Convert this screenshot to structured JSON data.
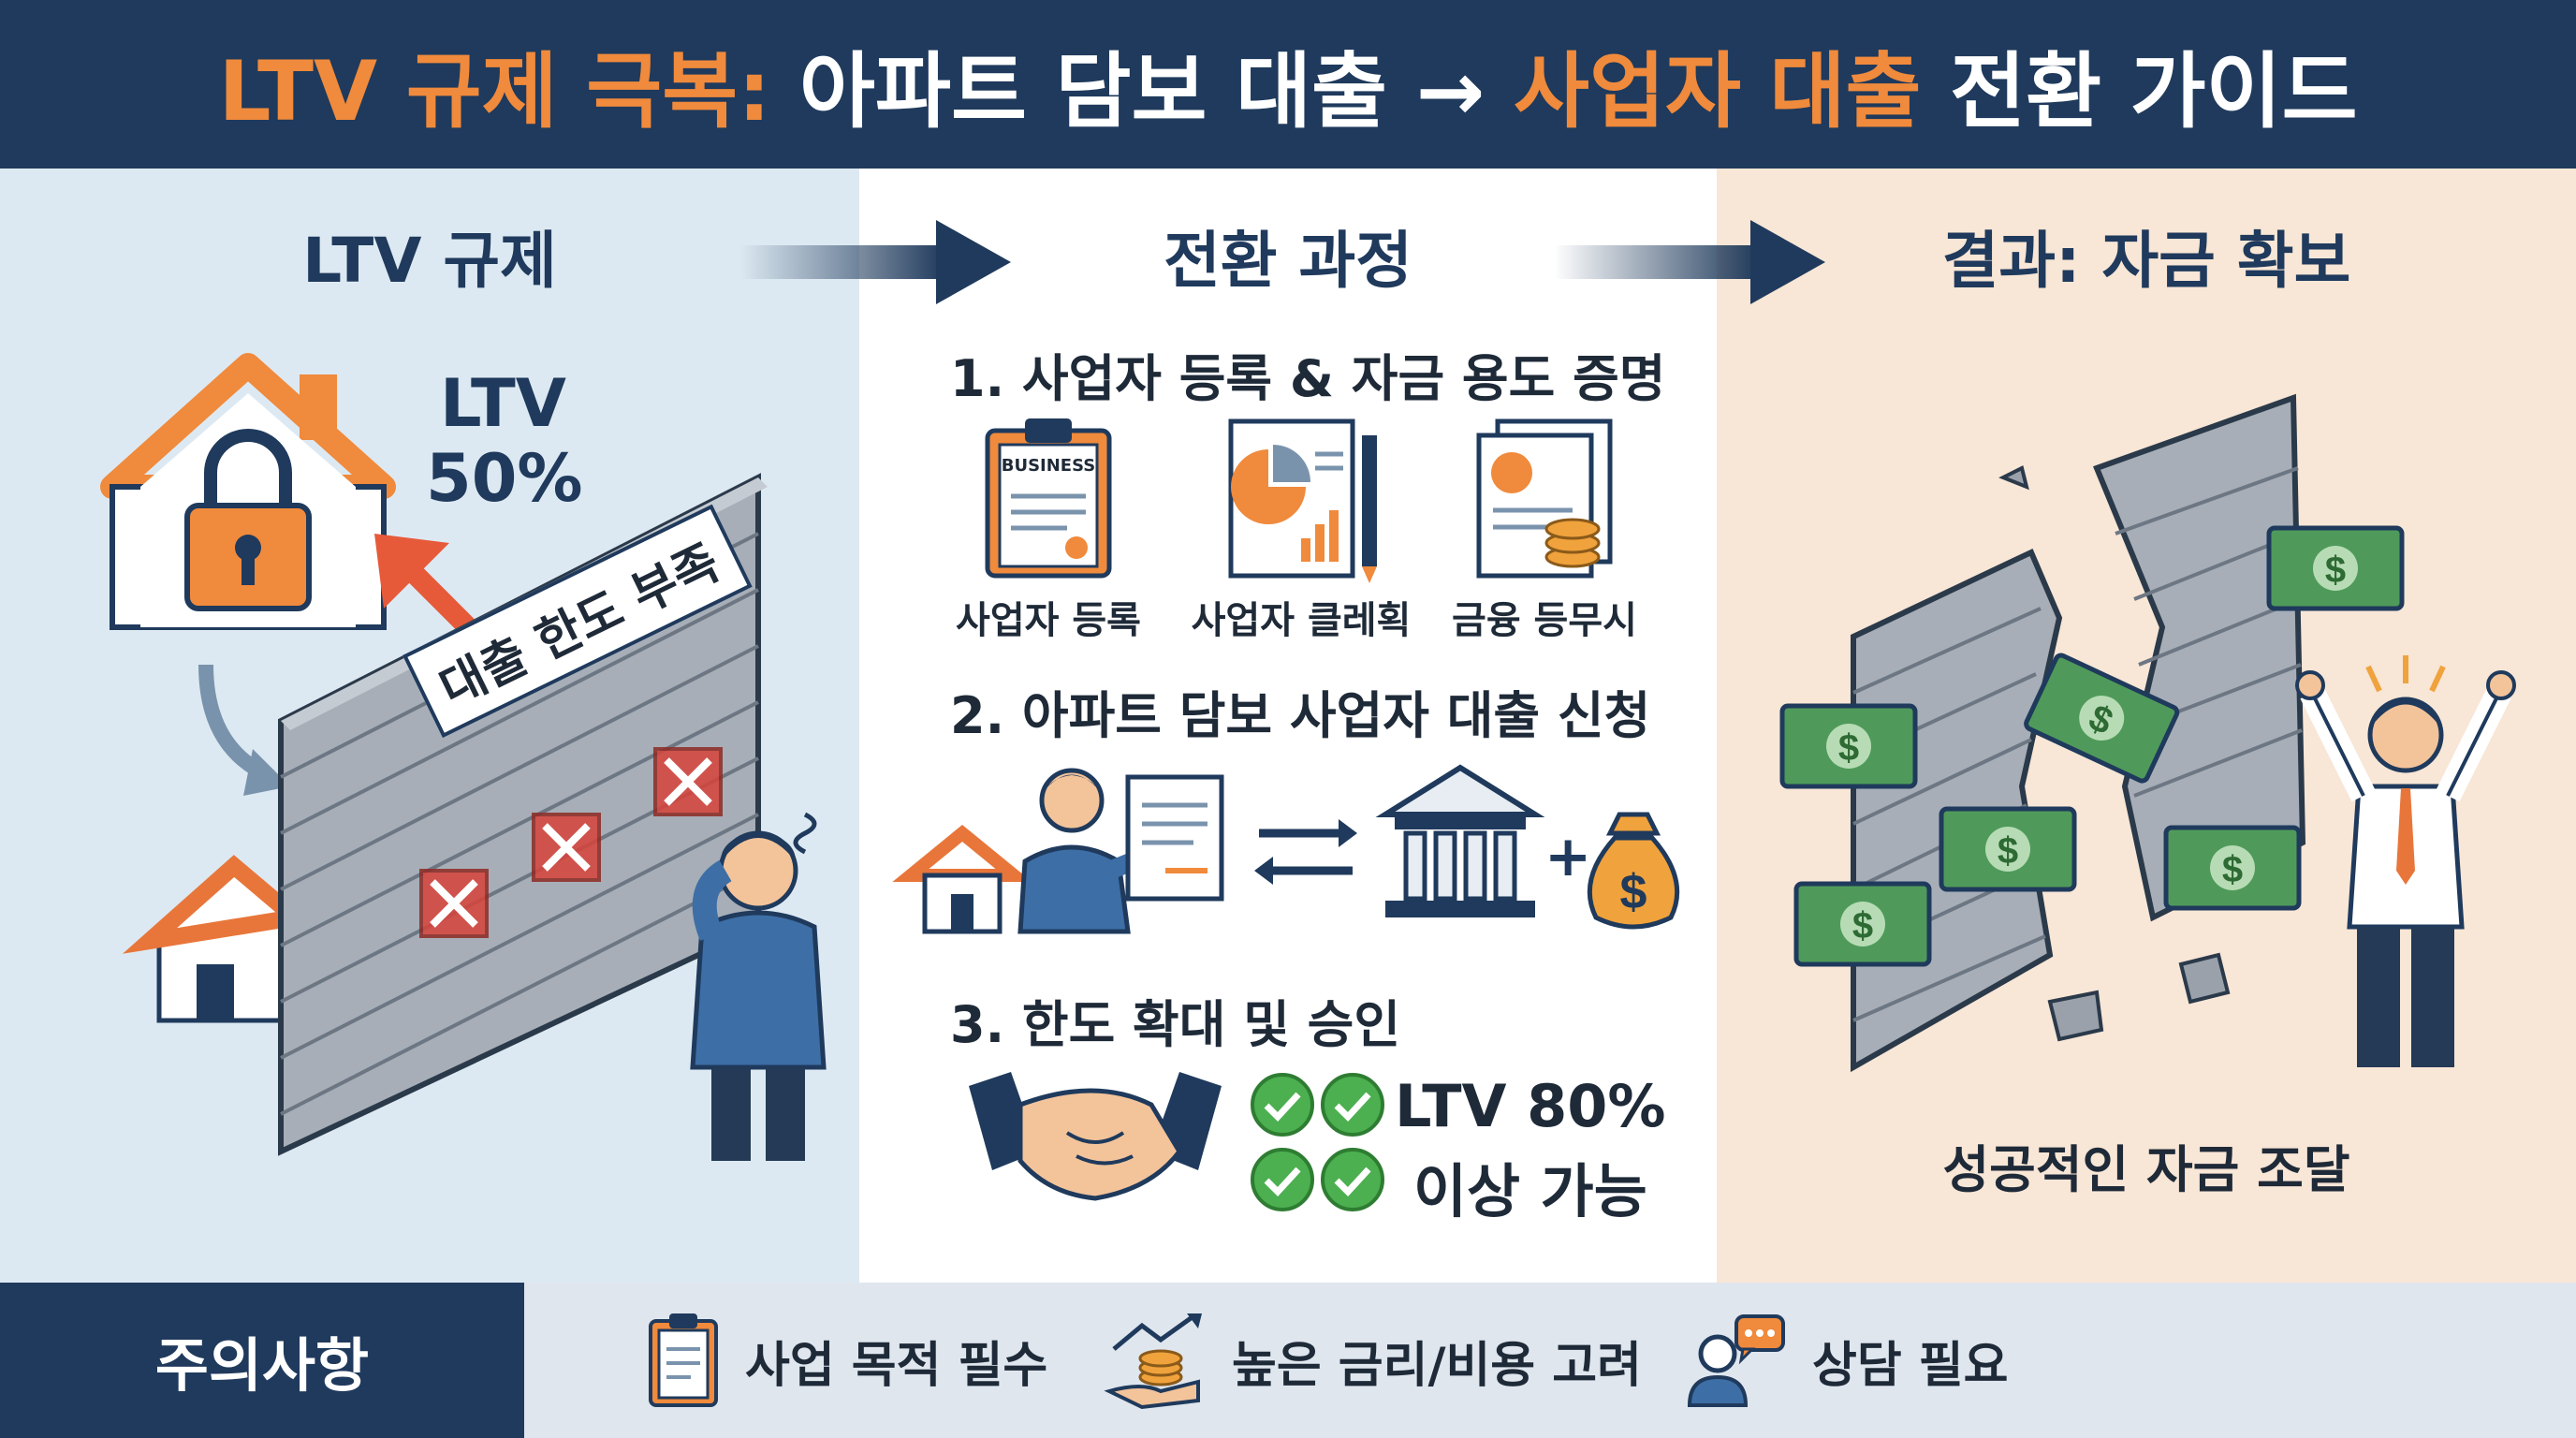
{
  "title": {
    "part1": "LTV 규제 극복:",
    "part2": " 아파트 담보 대출 → ",
    "part3": "사업자 대출",
    "part4": " 전환 가이드"
  },
  "columns": {
    "left": {
      "heading": "LTV 규제",
      "ltv_label": "LTV",
      "ltv_value": "50%",
      "banner": "대출 한도 부족"
    },
    "middle": {
      "heading": "전환 과정",
      "step1": "1. 사업자 등록 & 자금 용도 증명",
      "step1_icons": [
        {
          "label": "사업자 등록",
          "doc_text": "BUSINESS"
        },
        {
          "label": "사업자 클레획"
        },
        {
          "label": "금융 등무시"
        }
      ],
      "step2": "2. 아파트 담보 사업자 대출 신청",
      "step3": "3. 한도 확대 및 승인",
      "approval_line1": "LTV 80%",
      "approval_line2": "이상 가능"
    },
    "right": {
      "heading": "결과: 자금 확보",
      "caption": "성공적인 자금 조달"
    }
  },
  "footer": {
    "label": "주의사항",
    "items": [
      {
        "text": "사업 목적 필수",
        "icon": "document-icon"
      },
      {
        "text": "높은 금리/비용 고려",
        "icon": "coins-hand-icon"
      },
      {
        "text": "상담 필요",
        "icon": "consult-icon"
      }
    ]
  },
  "colors": {
    "navy": "#1f3a5c",
    "orange": "#f08a3c",
    "left_bg": "#dde9f2",
    "right_bg": "#f8e6d6",
    "green": "#4caf50"
  }
}
